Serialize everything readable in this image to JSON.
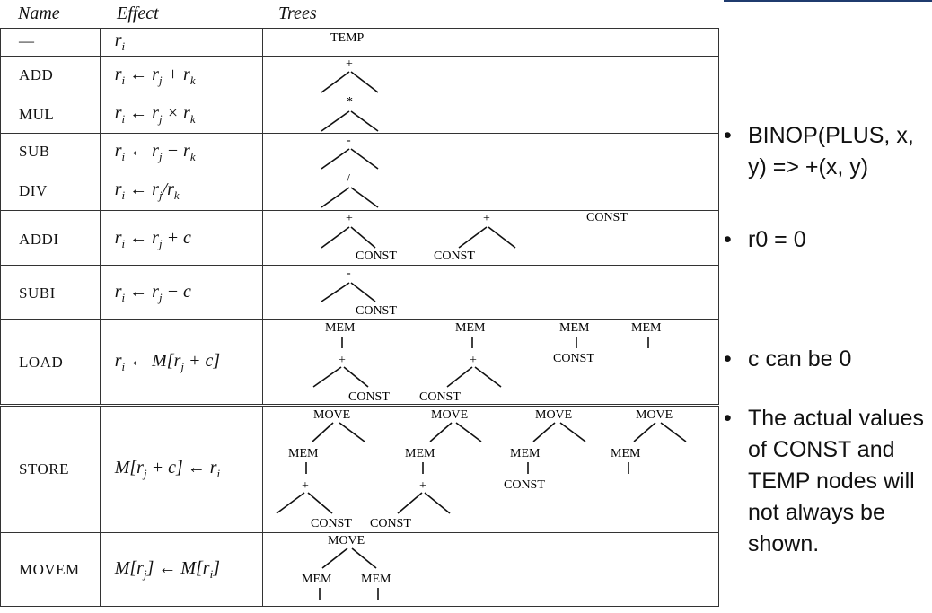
{
  "headers": {
    "name": "Name",
    "effect": "Effect",
    "trees": "Trees"
  },
  "rows": [
    {
      "name": "—",
      "effect_html": "r<sub>i</sub>"
    },
    {
      "name": "ADD",
      "effect_html": "r<sub>i</sub> ← r<sub>j</sub> + r<sub>k</sub>"
    },
    {
      "name": "MUL",
      "effect_html": "r<sub>i</sub> ← r<sub>j</sub> × r<sub>k</sub>"
    },
    {
      "name": "SUB",
      "effect_html": "r<sub>i</sub> ← r<sub>j</sub> − r<sub>k</sub>"
    },
    {
      "name": "DIV",
      "effect_html": "r<sub>i</sub> ← r<sub>j</sub>/r<sub>k</sub>"
    },
    {
      "name": "ADDI",
      "effect_html": "r<sub>i</sub> ← r<sub>j</sub> + c"
    },
    {
      "name": "SUBI",
      "effect_html": "r<sub>i</sub> ← r<sub>j</sub> − c"
    },
    {
      "name": "LOAD",
      "effect_html": "r<sub>i</sub> ← M[r<sub>j</sub> + c]"
    },
    {
      "name": "STORE",
      "effect_html": "M[r<sub>j</sub> + c] ← r<sub>i</sub>"
    },
    {
      "name": "MOVEM",
      "effect_html": "M[r<sub>j</sub>] ← M[r<sub>i</sub>]"
    }
  ],
  "tree_labels": {
    "temp": "TEMP",
    "plus": "+",
    "times": "*",
    "minus": "-",
    "div": "/",
    "const": "CONST",
    "mem": "MEM",
    "move": "MOVE"
  },
  "notes": [
    "BINOP(PLUS, x, y) => +(x, y)",
    "r0 = 0",
    "c can be 0",
    "The actual values of CONST and TEMP nodes will not always be shown."
  ],
  "colors": {
    "accent_line": "#1f3b6e"
  }
}
